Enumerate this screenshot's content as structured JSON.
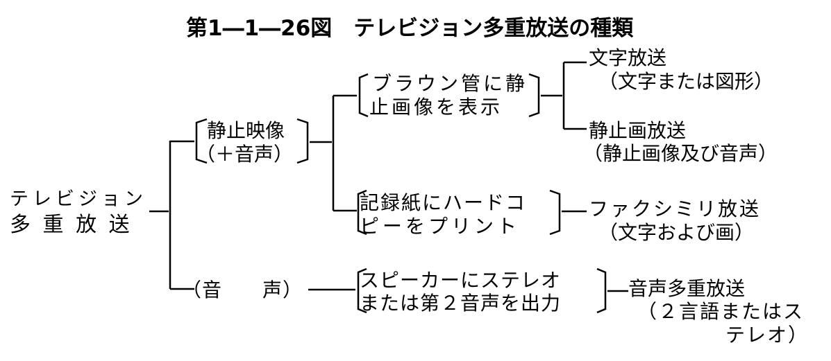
{
  "title": "第1―1―26図　テレビジョン多重放送の種類",
  "root": {
    "line1": "テレビジョン",
    "line2": "多 重 放 送"
  },
  "branch_still": {
    "line1": "静止映像",
    "line2": "（＋音声）"
  },
  "branch_audio": {
    "label": "（音　　声）"
  },
  "mid_crt": {
    "line1": "ブラウン管に静",
    "line2": "止画像を表示"
  },
  "mid_print": {
    "line1": "記録紙にハードコ",
    "line2": "ピーをプリント"
  },
  "mid_speaker": {
    "line1": "スピーカーにステレオ",
    "line2": "または第２音声を出力"
  },
  "leaf_teletext": {
    "line1": "文字放送",
    "line2": "（文字または図形）"
  },
  "leaf_still": {
    "line1": "静止画放送",
    "line2": "（静止画像及び音声）"
  },
  "leaf_fax": {
    "line1": "ファクシミリ放送",
    "line2": "（文字および画）"
  },
  "leaf_audio": {
    "line1": "音声多重放送",
    "line2": "（２言語またはス",
    "line3": "テレオ）"
  }
}
